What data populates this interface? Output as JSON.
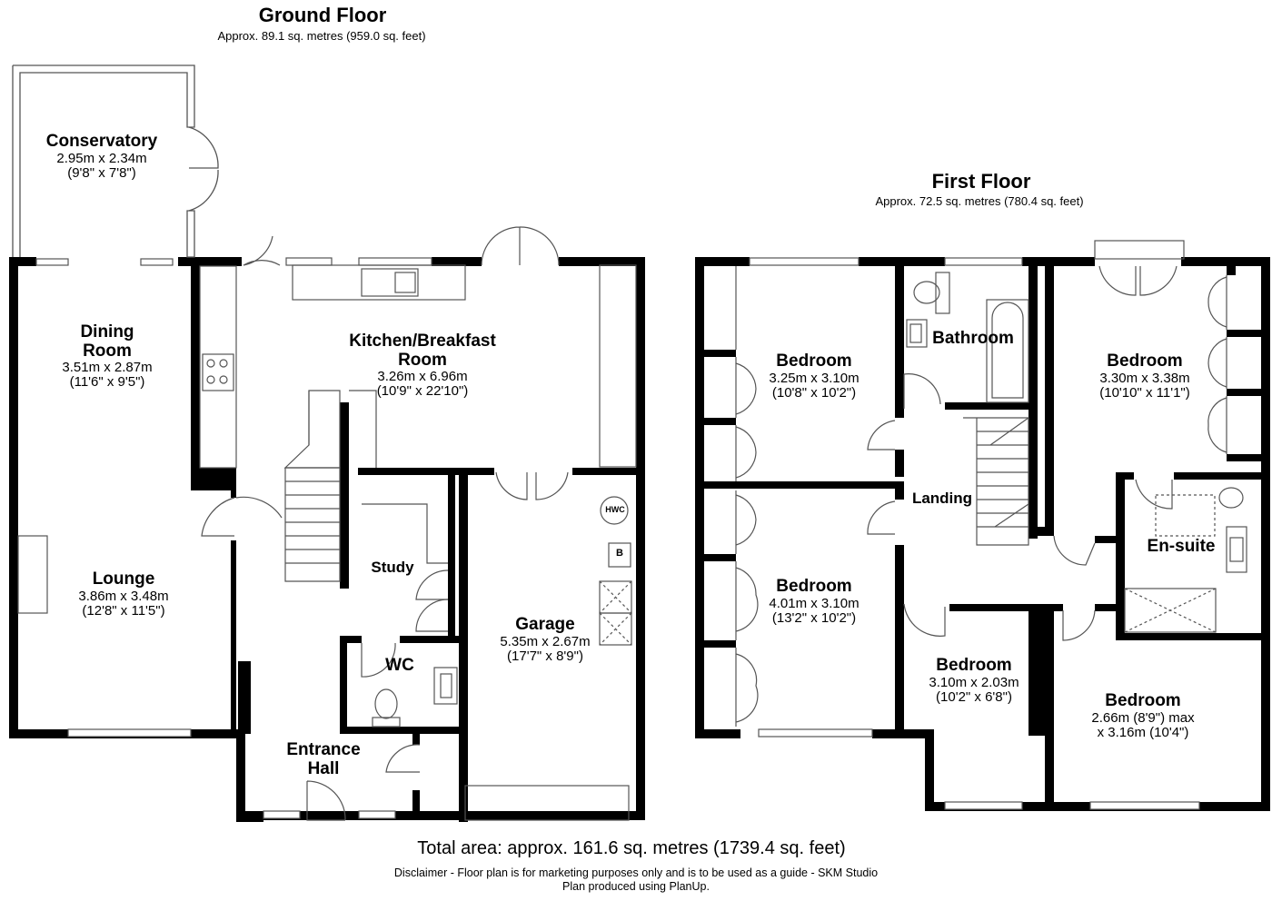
{
  "ground_floor": {
    "title": "Ground Floor",
    "area": "Approx. 89.1 sq. metres (959.0 sq. feet)"
  },
  "first_floor": {
    "title": "First Floor",
    "area": "Approx. 72.5 sq. metres (780.4 sq. feet)"
  },
  "rooms": {
    "conservatory": {
      "name": "Conservatory",
      "dim_m": "2.95m x 2.34m",
      "dim_ft": "(9'8\" x 7'8\")"
    },
    "dining": {
      "name_1": "Dining",
      "name_2": "Room",
      "dim_m": "3.51m x 2.87m",
      "dim_ft": "(11'6\" x 9'5\")"
    },
    "kitchen": {
      "name_1": "Kitchen/Breakfast",
      "name_2": "Room",
      "dim_m": "3.26m x 6.96m",
      "dim_ft": "(10'9\" x 22'10\")"
    },
    "lounge": {
      "name": "Lounge",
      "dim_m": "3.86m x 3.48m",
      "dim_ft": "(12'8\" x 11'5\")"
    },
    "study": {
      "name": "Study"
    },
    "wc": {
      "name": "WC"
    },
    "garage": {
      "name": "Garage",
      "dim_m": "5.35m x 2.67m",
      "dim_ft": "(17'7\" x 8'9\")"
    },
    "entrance": {
      "name_1": "Entrance",
      "name_2": "Hall"
    },
    "hwc": "HWC",
    "boiler": "B",
    "bedroom1": {
      "name": "Bedroom",
      "dim_m": "3.25m x 3.10m",
      "dim_ft": "(10'8\" x 10'2\")"
    },
    "bathroom": {
      "name": "Bathroom"
    },
    "bedroom2": {
      "name": "Bedroom",
      "dim_m": "3.30m x 3.38m",
      "dim_ft": "(10'10\" x 11'1\")"
    },
    "landing": {
      "name": "Landing"
    },
    "bedroom3": {
      "name": "Bedroom",
      "dim_m": "4.01m x 3.10m",
      "dim_ft": "(13'2\" x 10'2\")"
    },
    "ensuite": {
      "name": "En-suite"
    },
    "bedroom4": {
      "name": "Bedroom",
      "dim_m": "3.10m x 2.03m",
      "dim_ft": "(10'2\" x 6'8\")"
    },
    "bedroom5": {
      "name": "Bedroom",
      "dim_m": "2.66m (8'9\") max",
      "dim_ft": "x 3.16m (10'4\")"
    }
  },
  "footer": {
    "total": "Total area: approx. 161.6 sq. metres (1739.4 sq. feet)",
    "disclaimer": "Disclaimer - Floor plan is for marketing purposes only and is to be used as a guide - SKM Studio",
    "produced": "Plan produced using PlanUp."
  },
  "colors": {
    "wall": "#000000",
    "line": "#555555",
    "background": "#ffffff"
  }
}
